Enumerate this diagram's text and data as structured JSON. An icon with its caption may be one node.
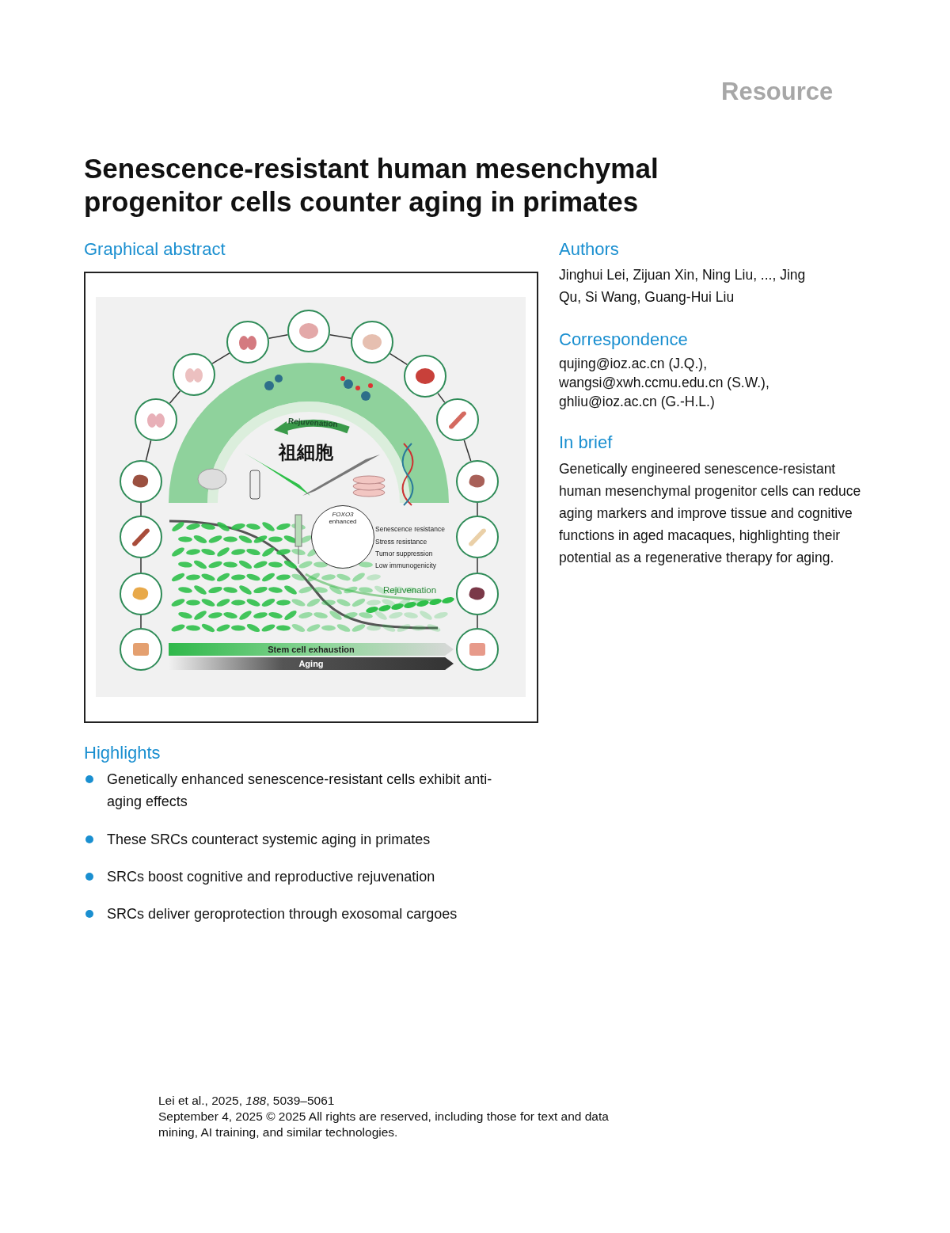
{
  "diagram": {
    "title": "Senescence-resistant human mesenchymal progenitor cells counter aging in primates",
    "nodes": [
      {
        "text": [],
        "shape": "picture"
      },
      {
        "text": [],
        "shape": "picture"
      },
      {
        "text": [],
        "shape": "picture"
      },
      {
        "text": [],
        "shape": "picture"
      },
      {
        "text": [],
        "shape": "picture"
      },
      {
        "text": [],
        "shape": "picture"
      },
      {
        "text": [],
        "shape": "picture"
      },
      {
        "text": [],
        "shape": "picture"
      },
      {
        "text": [],
        "shape": "picture"
      },
      {
        "text": [],
        "shape": "picture"
      },
      {
        "text": [],
        "shape": "picture"
      },
      {
        "text": [],
        "shape": "picture"
      },
      {
        "text": [],
        "shape": "picture"
      },
      {
        "text": [],
        "shape": "picture"
      },
      {
        "text": [],
        "shape": "picture"
      },
      {
        "text": [
          "*FOXO3* enhanced"
        ]
      },
      {
        "text": [
          "Stem cell exhaustion"
        ]
      },
      {
        "text": [
          "Aging"
        ]
      }
    ],
    "edges": [
      {
        "from": 0,
        "to": 1,
        "arrow": "none"
      },
      {
        "from": 1,
        "to": 2,
        "arrow": "none"
      },
      {
        "from": 2,
        "to": 3,
        "arrow": "none"
      },
      {
        "from": 3,
        "to": 4,
        "arrow": "none"
      },
      {
        "from": 4,
        "to": 5,
        "arrow": "none"
      },
      {
        "from": 5,
        "to": 6,
        "arrow": "none"
      },
      {
        "from": 6,
        "to": 7,
        "arrow": "none"
      },
      {
        "from": 7,
        "to": 8,
        "arrow": "none"
      },
      {
        "from": 8,
        "to": 9,
        "arrow": "none"
      },
      {
        "from": 9,
        "to": 10,
        "arrow": "none"
      },
      {
        "from": 10,
        "to": 11,
        "arrow": "none"
      },
      {
        "from": 11,
        "to": 12,
        "arrow": "none"
      },
      {
        "from": 12,
        "to": 13,
        "arrow": "none"
      },
      {
        "from": 13,
        "to": 14,
        "arrow": "none"
      }
    ],
    "labels": [
      "Resource",
      "Graphical abstract",
      "Authors",
      "Jinghui Lei, Zijuan Xin, Ning Liu, ..., Jing Qu, Si Wang, Guang-Hui Liu",
      "Correspondence",
      "qujing@ioz.ac.cn (J.Q.),",
      "wangsi@xwh.ccmu.edu.cn (S.W.),",
      "ghliu@ioz.ac.cn (G.-H.L.)",
      "In brief",
      "Genetically engineered senescence-resistant human mesenchymal progenitor cells can reduce aging markers and improve tissue and cognitive functions in aged macaques, highlighting their potential as a regenerative therapy for aging.",
      "Rejuvenation",
      "祖細胞",
      "Senescence resistance",
      "Stress resistance",
      "Tumor suppression",
      "Low immunogenicity",
      "Rejuvenation",
      "Highlights",
      "Genetically enhanced senescence-resistant cells exhibit anti-aging effects",
      "These SRCs counteract systemic aging in primates",
      "SRCs boost cognitive and reproductive rejuvenation",
      "SRCs deliver geroprotection through exosomal cargoes",
      "Lei et al., 2025, *188*, 5039–5061",
      "September 4, 2025 © 2025 All rights are reserved, including those for text and data mining, AI training, and similar technologies."
    ]
  }
}
